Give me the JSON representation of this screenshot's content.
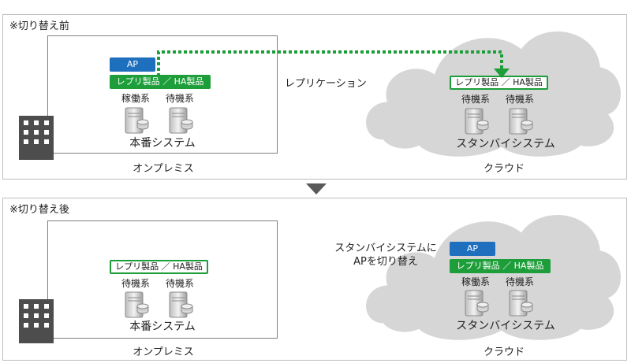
{
  "before": {
    "title": "※切り替え前",
    "onprem": {
      "ap_label": "AP",
      "product_label": "レプリ製品 ／ HA製品",
      "role_active": "稼働系",
      "role_standby": "待機系",
      "system_label": "本番システム",
      "location_label": "オンプレミス"
    },
    "replication_label": "レプリケーション",
    "cloud": {
      "product_label": "レプリ製品 ／ HA製品",
      "role_1": "待機系",
      "role_2": "待機系",
      "system_label": "スタンバイシステム",
      "location_label": "クラウド"
    }
  },
  "after": {
    "title": "※切り替え後",
    "onprem": {
      "product_label": "レプリ製品 ／ HA製品",
      "role_1": "待機系",
      "role_2": "待機系",
      "system_label": "本番システム",
      "location_label": "オンプレミス"
    },
    "cloud": {
      "note_line1": "スタンバイシステムに",
      "note_line2": "APを切り替え",
      "ap_label": "AP",
      "product_label": "レプリ製品 ／ HA製品",
      "role_active": "稼働系",
      "role_standby": "待機系",
      "system_label": "スタンバイシステム",
      "location_label": "クラウド"
    }
  },
  "colors": {
    "ap_blue": "#1f6fbf",
    "replication_green": "#1e9e3a",
    "cloud_gray": "#d6d6d6",
    "building_dark": "#4d4d4d",
    "arrow_gray": "#595959"
  },
  "icons": {
    "building": "building-icon",
    "server": "server-icon",
    "cloud": "cloud-shape",
    "transition_arrow": "down-triangle-icon"
  }
}
